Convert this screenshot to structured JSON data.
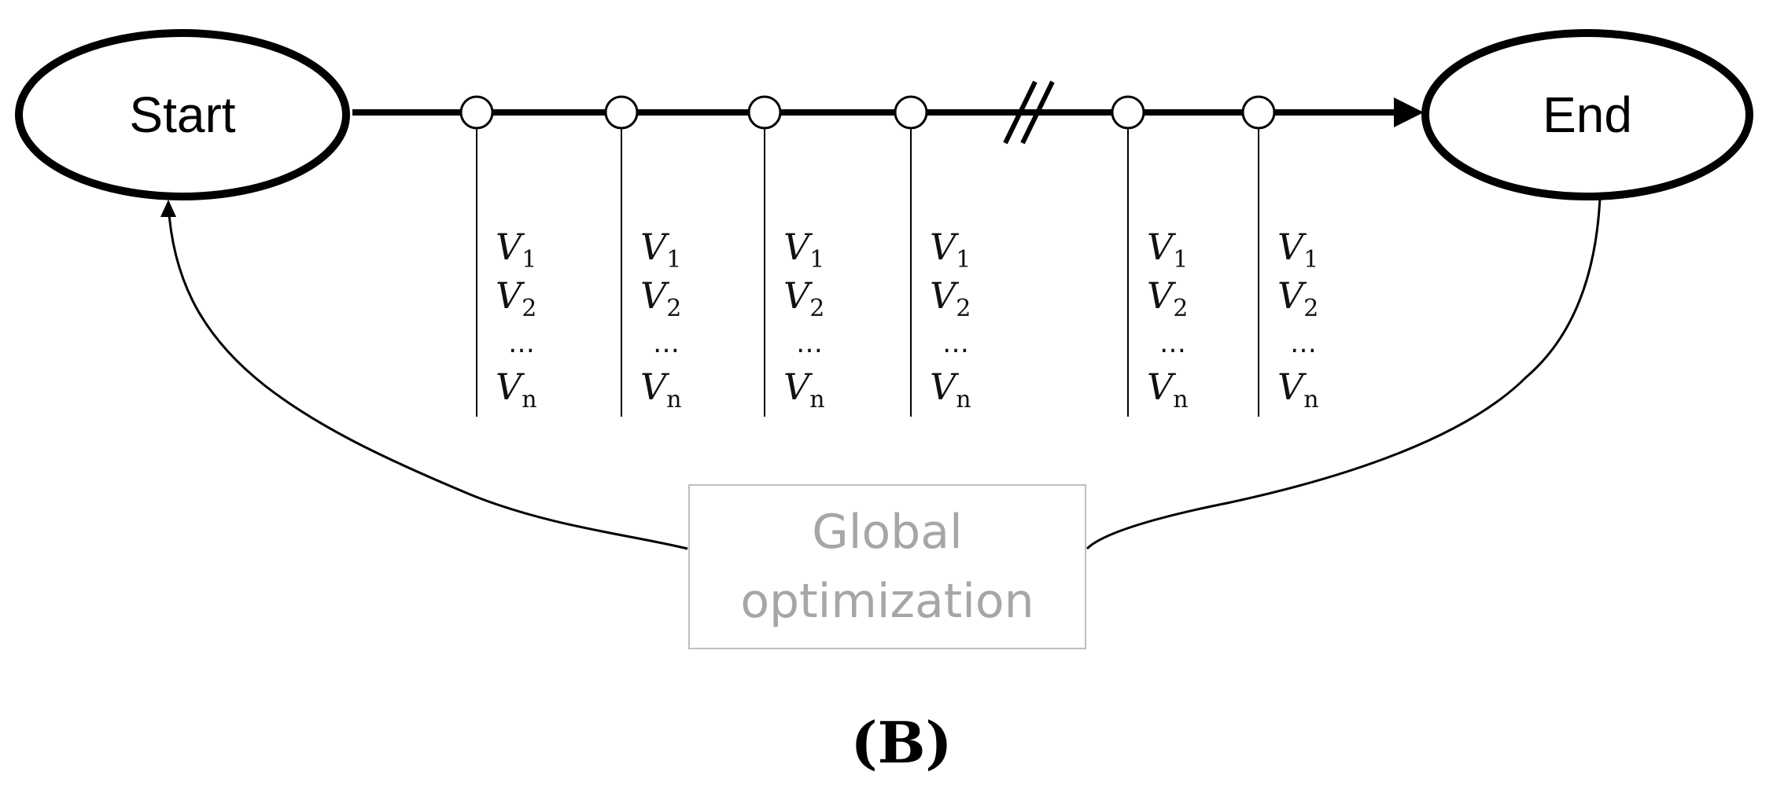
{
  "nodes": {
    "start": "Start",
    "end": "End"
  },
  "variables": {
    "v1_base": "V",
    "v1_sub": "1",
    "v2_base": "V",
    "v2_sub": "2",
    "ellipsis": "…",
    "vn_base": "V",
    "vn_sub": "n"
  },
  "optimization_box": {
    "line1": "Global",
    "line2": "optimization"
  },
  "caption": "(B)",
  "colors": {
    "stroke": "#000000",
    "box_border": "#bfbfbf",
    "box_text": "#a6a6a6"
  }
}
